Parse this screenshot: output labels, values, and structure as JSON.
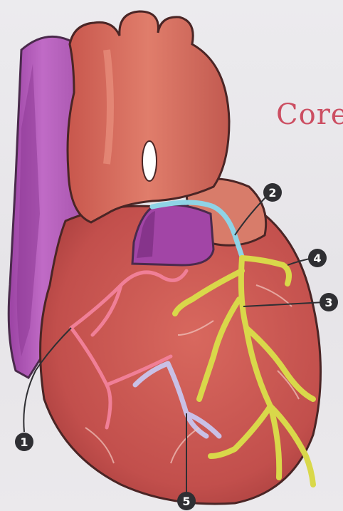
{
  "diagram": {
    "title": "Core",
    "labels": [
      "1",
      "2",
      "3",
      "4",
      "5"
    ],
    "colors": {
      "background": "#e9e7ea",
      "title": "#cc4e62",
      "heart": "#c9564f",
      "heart_dark": "#a63b3a",
      "aorta": "#d96a5c",
      "vena_cava": "#b35bb8",
      "pulmonary_trunk": "#9a3fa0",
      "left_coronary": "#8fd3e6",
      "right_coronary_branch": "#f07f97",
      "cardiac_vein": "#c9c0e6",
      "lad_artery": "#d9d84a",
      "label_dot": "#2f2f33"
    }
  }
}
